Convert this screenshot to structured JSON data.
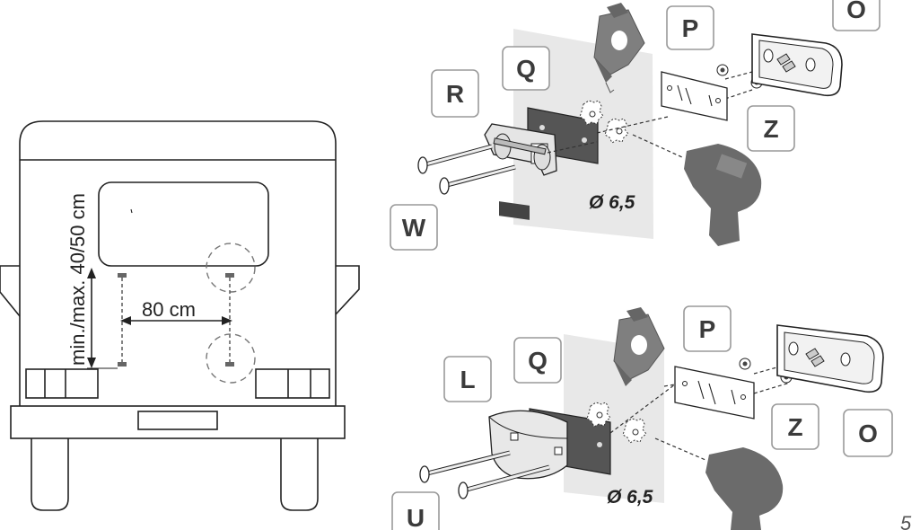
{
  "vehicle": {
    "height_label": "min./max. 40/50 cm",
    "spacing_label": "80 cm"
  },
  "top_assembly": {
    "labels": {
      "O": "O",
      "P": "P",
      "Q": "Q",
      "R": "R",
      "W": "W",
      "Z": "Z"
    },
    "drill_label": "Ø 6,5"
  },
  "bottom_assembly": {
    "labels": {
      "P": "P",
      "Q": "Q",
      "L": "L",
      "Z": "Z",
      "O": "O",
      "U": "U"
    },
    "drill_label": "Ø 6,5"
  },
  "page_number": "5"
}
